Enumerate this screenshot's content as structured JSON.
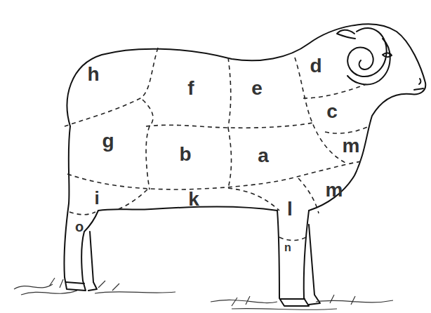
{
  "diagram": {
    "labels": [
      "h",
      "d",
      "f",
      "e",
      "c",
      "g",
      "m",
      "b",
      "a",
      "m",
      "i",
      "k",
      "l",
      "o",
      "n"
    ]
  }
}
